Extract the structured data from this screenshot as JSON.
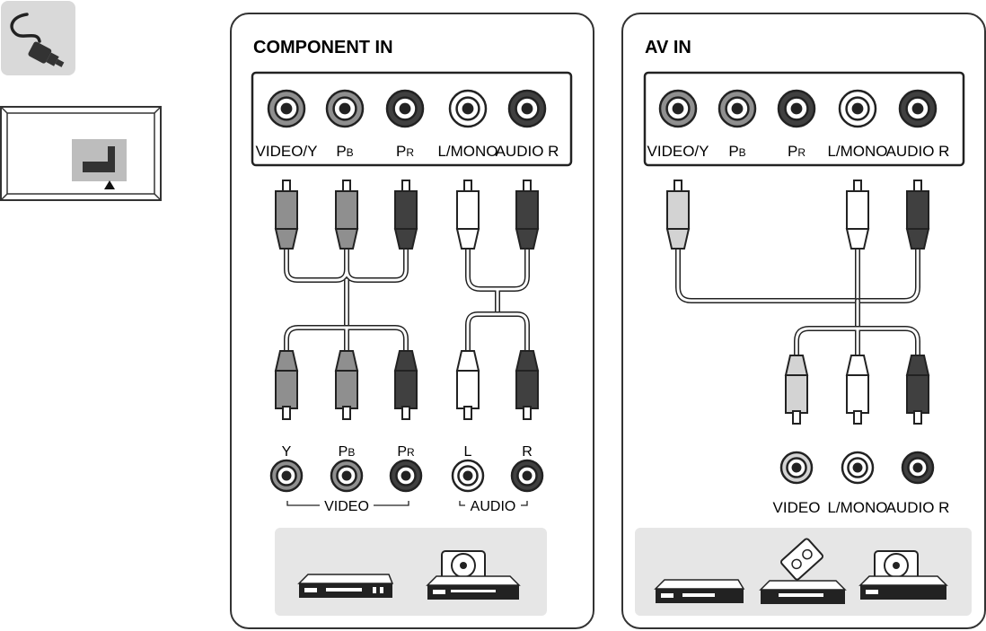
{
  "colors": {
    "dark": "#404040",
    "mid": "#8f8f8f",
    "light": "#d3d3d3",
    "white": "#ffffff",
    "panel_stroke": "#333333",
    "device_bg": "#e6e6e6"
  },
  "icons": {
    "cable_badge": "cable-plug-icon",
    "tv_port": "tv-port-location-icon",
    "devices": [
      "set-top-box-icon",
      "dvd-player-icon",
      "vcr-icon"
    ]
  },
  "component_panel": {
    "title": "COMPONENT IN",
    "tv_jacks": [
      {
        "label": "VIDEO/Y",
        "sub": "",
        "color": "mid"
      },
      {
        "label": "P",
        "sub": "B",
        "color": "mid"
      },
      {
        "label": "P",
        "sub": "R",
        "color": "dark"
      },
      {
        "label": "L/MONO",
        "sub": "",
        "color": "white"
      },
      {
        "label": "AUDIO R",
        "sub": "",
        "color": "dark"
      }
    ],
    "device_jacks": [
      {
        "label": "Y",
        "sub": "",
        "color": "mid"
      },
      {
        "label": "P",
        "sub": "B",
        "color": "mid"
      },
      {
        "label": "P",
        "sub": "R",
        "color": "dark"
      },
      {
        "label": "L",
        "sub": "",
        "color": "white"
      },
      {
        "label": "R",
        "sub": "",
        "color": "dark"
      }
    ],
    "group_video": "VIDEO",
    "group_audio": "AUDIO"
  },
  "av_panel": {
    "title": "AV IN",
    "tv_jacks": [
      {
        "label": "VIDEO/Y",
        "sub": "",
        "color": "mid"
      },
      {
        "label": "P",
        "sub": "B",
        "color": "mid"
      },
      {
        "label": "P",
        "sub": "R",
        "color": "dark"
      },
      {
        "label": "L/MONO",
        "sub": "",
        "color": "white"
      },
      {
        "label": "AUDIO R",
        "sub": "",
        "color": "dark"
      }
    ],
    "device_jacks": [
      {
        "label": "VIDEO",
        "color": "light"
      },
      {
        "label": "L/MONO",
        "color": "white"
      },
      {
        "label": "AUDIO R",
        "color": "dark"
      }
    ]
  }
}
